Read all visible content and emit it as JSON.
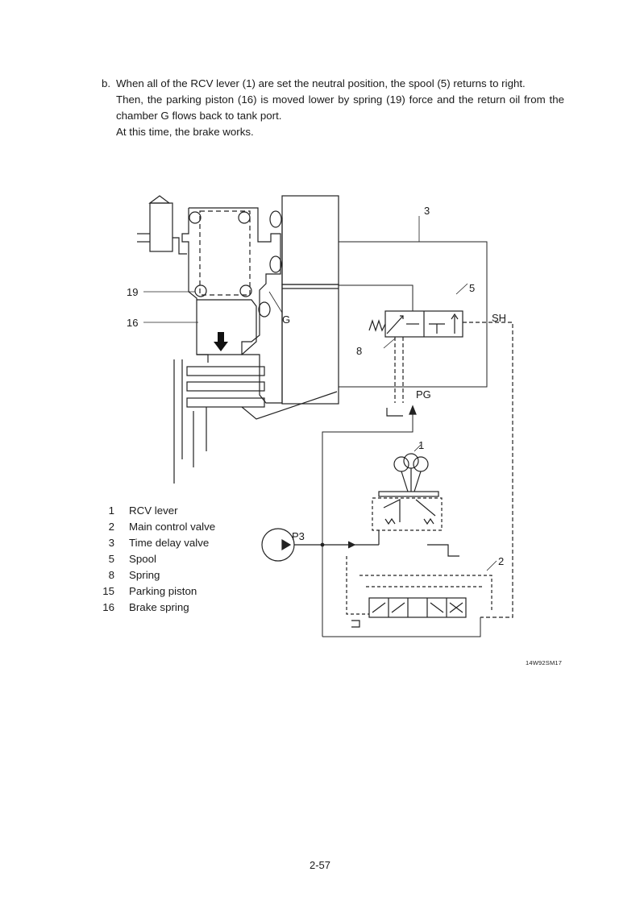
{
  "paragraph": {
    "marker": "b.",
    "lines": [
      "When all of the RCV lever (1) are set the neutral position, the spool (5) returns to right.",
      "Then, the parking piston (16) is moved lower by spring (19) force and the return oil from the",
      "chamber G flows back to tank port.",
      "At this time, the brake works."
    ]
  },
  "diagram_labels": {
    "l3": "3",
    "l5": "5",
    "l19": "19",
    "l16": "16",
    "lG": "G",
    "l8": "8",
    "lSH": "SH",
    "lPG": "PG",
    "l1": "1",
    "lP3": "P3",
    "l2": "2"
  },
  "legend": [
    {
      "num": "1",
      "label": "RCV lever"
    },
    {
      "num": "2",
      "label": "Main control valve"
    },
    {
      "num": "3",
      "label": "Time delay valve"
    },
    {
      "num": "5",
      "label": "Spool"
    },
    {
      "num": "8",
      "label": "Spring"
    },
    {
      "num": "15",
      "label": "Parking piston"
    },
    {
      "num": "16",
      "label": "Brake spring"
    }
  ],
  "figure_id": "14W92SM17",
  "page_number": "2-57"
}
